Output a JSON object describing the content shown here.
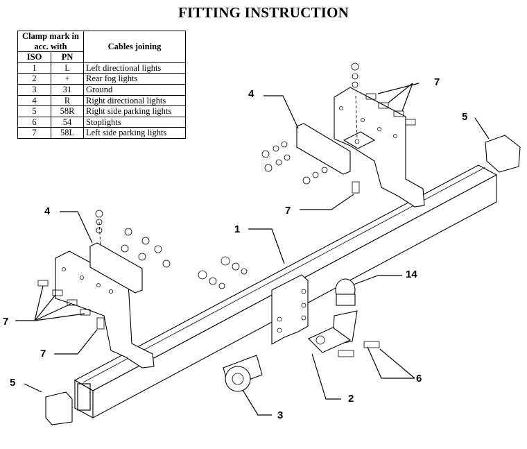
{
  "title": "FITTING INSTRUCTION",
  "table": {
    "header_clamp": "Clamp mark in acc. with",
    "header_iso": "ISO",
    "header_pn": "PN",
    "header_cables": "Cables joining",
    "rows": [
      {
        "iso": "1",
        "pn": "L",
        "cable": "Left directional lights"
      },
      {
        "iso": "2",
        "pn": "+",
        "cable": "Rear fog lights"
      },
      {
        "iso": "3",
        "pn": "31",
        "cable": "Ground"
      },
      {
        "iso": "4",
        "pn": "R",
        "cable": "Right directional lights"
      },
      {
        "iso": "5",
        "pn": "58R",
        "cable": "Right side parking lights"
      },
      {
        "iso": "6",
        "pn": "54",
        "cable": "Stoplights"
      },
      {
        "iso": "7",
        "pn": "58L",
        "cable": "Left side parking lights"
      }
    ]
  },
  "callouts": {
    "c1": "1",
    "c2": "2",
    "c3": "3",
    "c4_right": "4",
    "c4_left": "4",
    "c5_right": "5",
    "c5_left": "5",
    "c6": "6",
    "c7_top": "7",
    "c7_mid": "7",
    "c7_left": "7",
    "c7_bottom": "7",
    "c14": "14"
  }
}
